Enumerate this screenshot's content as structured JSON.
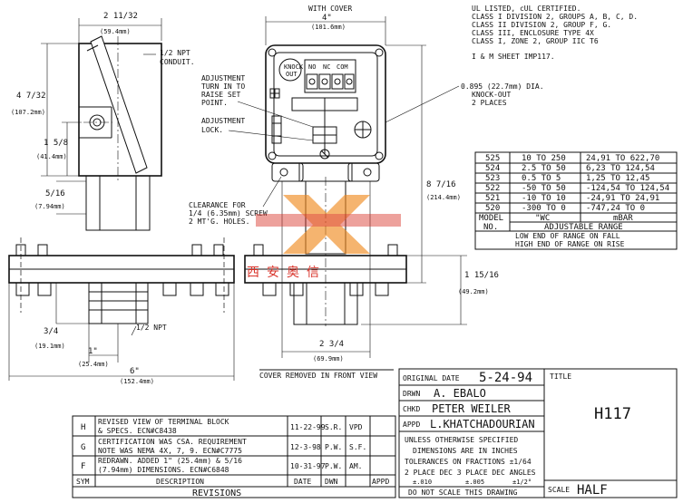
{
  "notes": {
    "approvals": [
      "UL LISTED, cUL CERTIFIED.",
      "CLASS I DIVISION 2, GROUPS A, B, C, D.",
      "CLASS II DIVISION 2, GROUP F, G.",
      "CLASS III, ENCLOSURE TYPE 4X",
      "CLASS I, ZONE 2, GROUP IIC T6"
    ],
    "im_sheet": "I & M SHEET IMP117."
  },
  "dims": {
    "top_width_main": "2 11/32",
    "top_width_mm": "(59.4mm)",
    "with_cover": "WITH COVER",
    "width_4": "4\"",
    "width_4_mm": "(101.6mm)",
    "h_4_7_32": "4 7/32",
    "h_4_7_32_mm": "(107.2mm)",
    "h_1_5_8": "1 5/8",
    "h_1_5_8_mm": "(41.4mm)",
    "h_5_16": "5/16",
    "h_5_16_mm": "(7.94mm)",
    "h_3_4": "3/4",
    "h_3_4_mm": "(19.1mm)",
    "w_1": "1\"",
    "w_1_mm": "(25.4mm)",
    "w_6": "6\"",
    "w_6_mm": "(152.4mm)",
    "h_8_7_16": "8 7/16",
    "h_8_7_16_mm": "(214.4mm)",
    "h_1_15_16": "1 15/16",
    "h_1_15_16_mm": "(49.2mm)",
    "w_2_3_4": "2 3/4",
    "w_2_3_4_mm": "(69.9mm)"
  },
  "callouts": {
    "npt_conduit": [
      "1/2 NPT",
      "CONDUIT."
    ],
    "adjustment": [
      "ADJUSTMENT",
      "TURN IN TO",
      "RAISE SET",
      "POINT."
    ],
    "adj_lock": [
      "ADJUSTMENT",
      "LOCK."
    ],
    "knockout": [
      "0.895 (22.7mm) DIA.",
      "KNOCK-OUT",
      "2 PLACES"
    ],
    "clearance": [
      "CLEARANCE FOR",
      "1/4 (6.35mm) SCREW",
      "2 MT'G. HOLES."
    ],
    "npt_bottom": "1/2 NPT",
    "knockout_label": [
      "KNOCK",
      "OUT"
    ],
    "terminals": [
      "NO",
      "NC",
      "COM"
    ],
    "cover_removed": "COVER REMOVED IN FRONT VIEW"
  },
  "range_table": {
    "rows": [
      {
        "model": "525",
        "wc": "10 TO 250",
        "mbar": "24,91 TO 622,70"
      },
      {
        "model": "524",
        "wc": "2.5 TO 50",
        "mbar": "6,23 TO 124,54"
      },
      {
        "model": "523",
        "wc": "0.5 TO 5",
        "mbar": "1,25 TO 12,45"
      },
      {
        "model": "522",
        "wc": "-50 TO 50",
        "mbar": "-124,54 TO 124,54"
      },
      {
        "model": "521",
        "wc": "-10 TO 10",
        "mbar": "-24,91 TO 24,91"
      },
      {
        "model": "520",
        "wc": "-300 TO 0",
        "mbar": "-747,24 TO 0"
      }
    ],
    "head_model": "MODEL",
    "head_no": "NO.",
    "head_wc": "\"WC",
    "head_mbar": "mBAR",
    "head_range": "ADJUSTABLE RANGE",
    "note1": "LOW END OF RANGE ON FALL",
    "note2": "HIGH END OF RANGE ON RISE"
  },
  "watermark": {
    "text": "西安奥信",
    "color": "#d9342b",
    "accent": "#f08a1e"
  },
  "title_block": {
    "original_date_label": "ORIGINAL DATE",
    "original_date": "5-24-94",
    "title_label": "TITLE",
    "title": "H117",
    "drwn_label": "DRWN",
    "drwn": "A. EBALO",
    "chkd_label": "CHKD",
    "chkd": "PETER WEILER",
    "appd_label": "APPD",
    "appd": "L.KHATCHADOURIAN",
    "tol1": "UNLESS OTHERWISE SPECIFIED",
    "tol2": "DIMENSIONS ARE IN INCHES",
    "tol3": "TOLERANCES ON FRACTIONS ±1/64",
    "tol4": "2 PLACE DEC 3 PLACE DEC ANGLES",
    "tol5a": "±.010",
    "tol5b": "±.005",
    "tol5c": "±1/2°",
    "noscale": "DO NOT SCALE THIS DRAWING",
    "scale_label": "SCALE",
    "scale": "HALF"
  },
  "revisions": {
    "rows": [
      {
        "sym": "H",
        "desc1": "REVISED VIEW OF TERMINAL BLOCK",
        "desc2": "& SPECS.    ECN#C8438",
        "date": "11-22-99",
        "by": "S.R.",
        "appd": "VPD"
      },
      {
        "sym": "G",
        "desc1": "CERTIFICATION WAS CSA. REQUIREMENT",
        "desc2": "NOTE WAS NEMA 4X, 7, 9.    ECN#C7775",
        "date": "12-3-98",
        "by": "P.W.",
        "appd": "S.F."
      },
      {
        "sym": "F",
        "desc1": "REDRAWN. ADDED 1\" (25.4mm) & 5/16",
        "desc2": "(7.94mm) DIMENSIONS.        ECN#C6848",
        "date": "10-31-97",
        "by": "P.W.",
        "appd": "AM."
      }
    ],
    "head_sym": "SYM",
    "head_desc": "DESCRIPTION",
    "head_date": "DATE",
    "head_dwn": "DWN",
    "head_appd": "APPD",
    "footer": "REVISIONS"
  }
}
